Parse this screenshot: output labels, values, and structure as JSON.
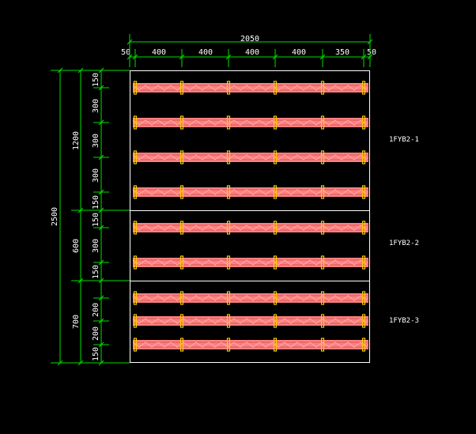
{
  "colors": {
    "background": "#000000",
    "outline": "#ffffff",
    "dimension": "#00e000",
    "beam": "#ff7f7f",
    "post": "#ffcc00",
    "text": "#ffffff"
  },
  "top_dimensions": {
    "total": "2050",
    "segments": [
      "50",
      "400",
      "400",
      "400",
      "400",
      "350",
      "50"
    ]
  },
  "left_dimensions": {
    "total": "2500",
    "groups": [
      "1200",
      "600",
      "700"
    ],
    "spacings": [
      "150",
      "300",
      "300",
      "300",
      "150",
      "150",
      "300",
      "150",
      "200",
      "200",
      "150"
    ]
  },
  "panel_labels": [
    "1FYB2-1",
    "1FYB2-2",
    "1FYB2-3"
  ]
}
